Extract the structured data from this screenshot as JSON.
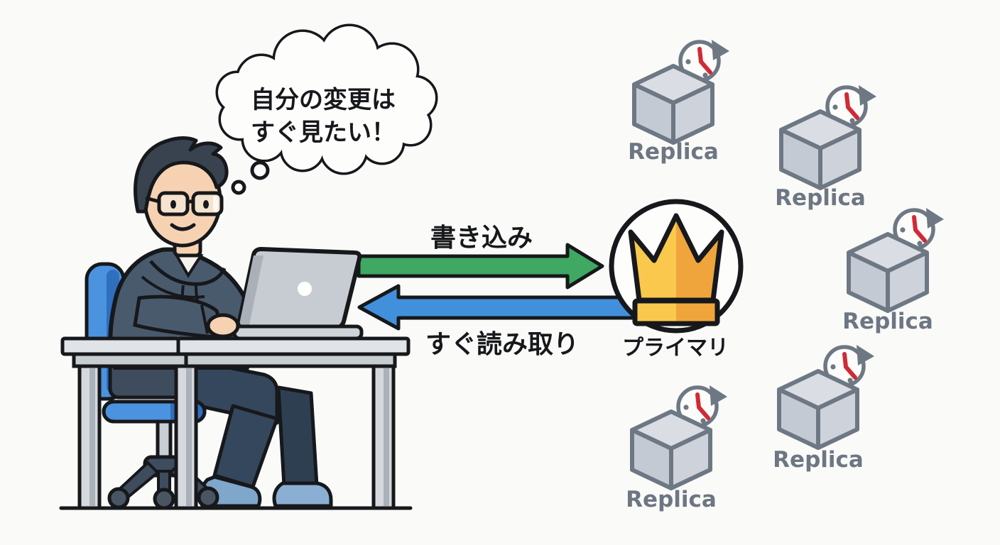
{
  "canvas": {
    "background": "#fafaf8",
    "outline_color": "#16181b"
  },
  "thought_bubble": {
    "icon": "thought-bubble",
    "line1": "自分の変更は",
    "line2": "すぐ見たい！"
  },
  "write_arrow": {
    "label": "書き込み",
    "color": "#3fa862",
    "direction": "right"
  },
  "read_arrow": {
    "label": "すぐ読み取り",
    "color": "#4290dc",
    "direction": "left"
  },
  "primary_node": {
    "label": "プライマリ",
    "icon": "crown-icon",
    "crown_left_color": "#f9c84d",
    "crown_right_color": "#efa53c"
  },
  "replica_nodes": [
    {
      "label": "Replica"
    },
    {
      "label": "Replica"
    },
    {
      "label": "Replica"
    },
    {
      "label": "Replica"
    },
    {
      "label": "Replica"
    }
  ],
  "replica_style": {
    "node_icon": "database-cube-icon",
    "lag_icon": "clock-refresh-icon",
    "label_color": "#6d7683",
    "node_color": "#6e7884",
    "clock_face_color": "#fcfcfa",
    "lag_hand_color": "#cf2b36",
    "cube_top": "#dadee4",
    "cube_left": "#c4cad3",
    "cube_right": "#ced3db"
  },
  "person_illustration": {
    "icon": "person-at-laptop",
    "skin": "#f7d2b2",
    "hair": "#38434f",
    "hoodie": "#4a5a6d",
    "pants": "#35475c",
    "shoes": "#7fa6cb",
    "chair": "#4b93de",
    "chair_dark": "#2f6fc0",
    "desk": "#e0e4e8",
    "laptop": "#c6ccd2"
  }
}
